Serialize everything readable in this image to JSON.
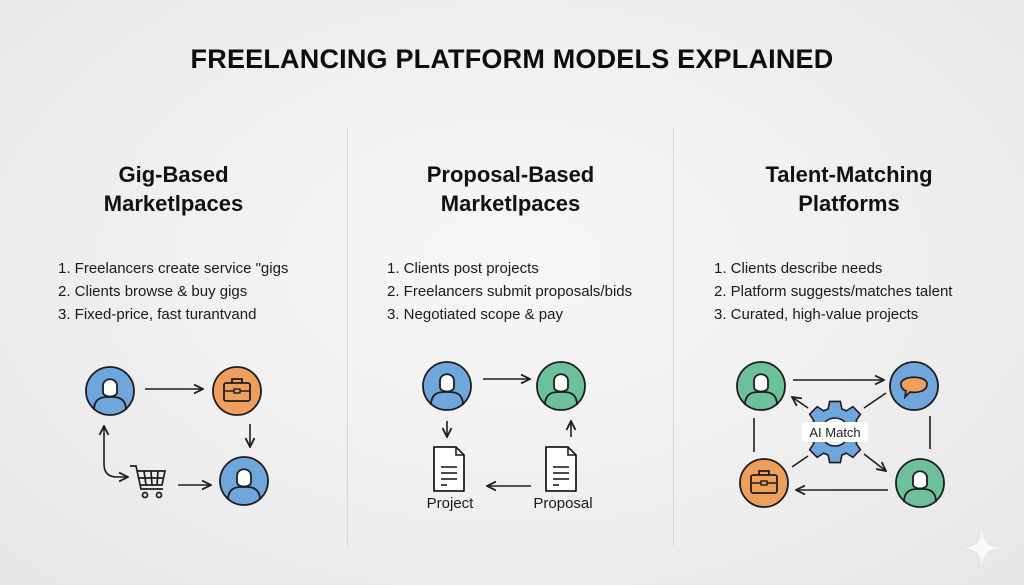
{
  "title": "FREELANCING PLATFORM MODELS EXPLAINED",
  "columns": [
    {
      "heading_line1": "Gig-Based",
      "heading_line2": "Marketlpaces",
      "steps": [
        "1. Freelancers create service \"gigs",
        "2. Clients browse & buy gigs",
        "3. Fixed-price, fast turantvand"
      ],
      "diagram": {
        "nodes": [
          "freelancer",
          "gig-listing",
          "shopping-cart",
          "client"
        ]
      }
    },
    {
      "heading_line1": "Proposal-Based",
      "heading_line2": "Marketlpaces",
      "steps": [
        "1. Clients post projects",
        "2. Freelancers submit proposals/bids",
        "3. Negotiated scope & pay"
      ],
      "diagram": {
        "project_label": "Project",
        "proposal_label": "Proposal"
      }
    },
    {
      "heading_line1": "Talent-Matching",
      "heading_line2": "Platforms",
      "steps": [
        "1. Clients describe needs",
        "2. Platform suggests/matches talent",
        "3. Curated, high-value projects"
      ],
      "diagram": {
        "center_label": "AI Match"
      }
    }
  ],
  "colors": {
    "blue": "#6fa6dc",
    "orange": "#ef9f5c",
    "green": "#6cc19b",
    "stroke": "#1e1e1e",
    "divider": "#d6d6d6"
  }
}
